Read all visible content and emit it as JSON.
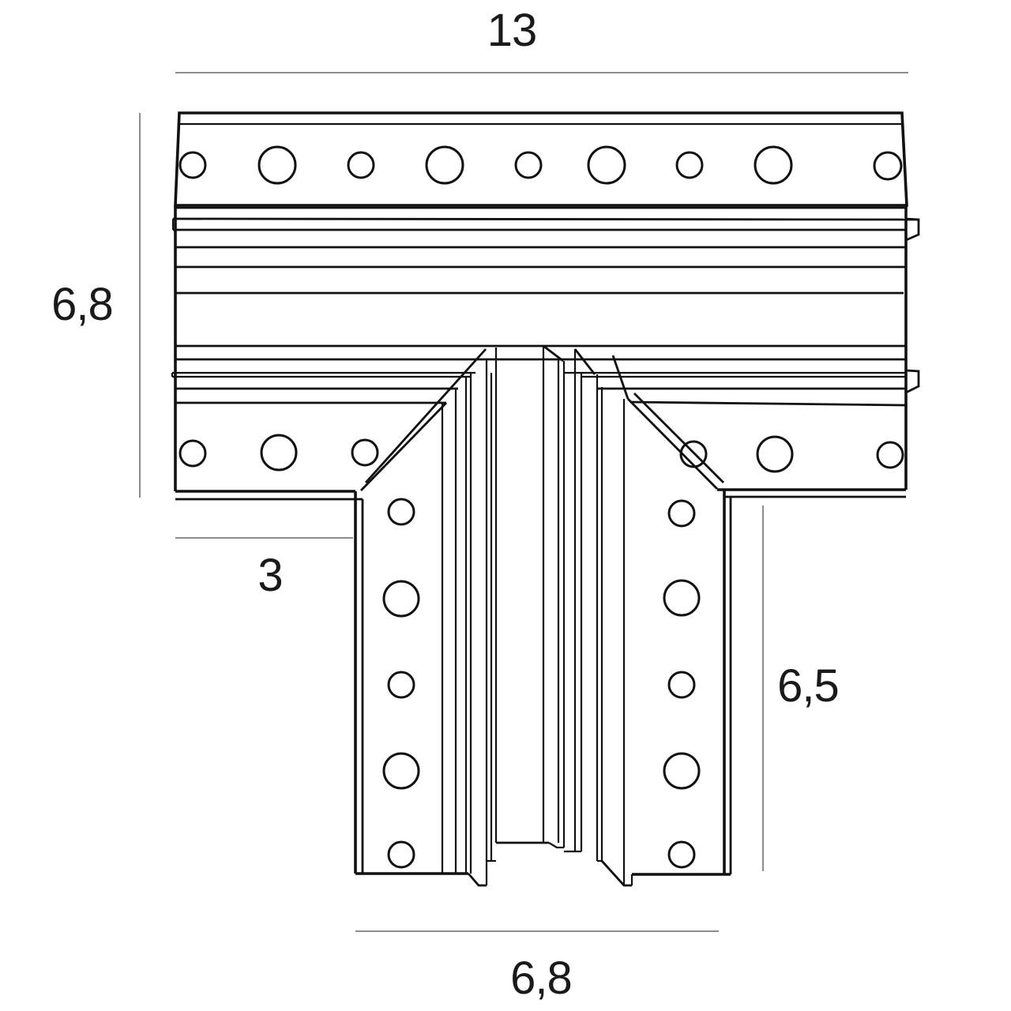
{
  "figure": {
    "title": "T-shaped track connector - dimensional drawing",
    "view": "front elevation",
    "background_color": "#ffffff",
    "line_color": "#111111",
    "dimension_line_color": "#8c8c8c",
    "text_color": "#1a1a1a"
  },
  "dimensions": {
    "top_width": "13",
    "left_height": "6,8",
    "arm_offset": "3",
    "stem_height": "6,5",
    "bottom_width": "6,8"
  }
}
